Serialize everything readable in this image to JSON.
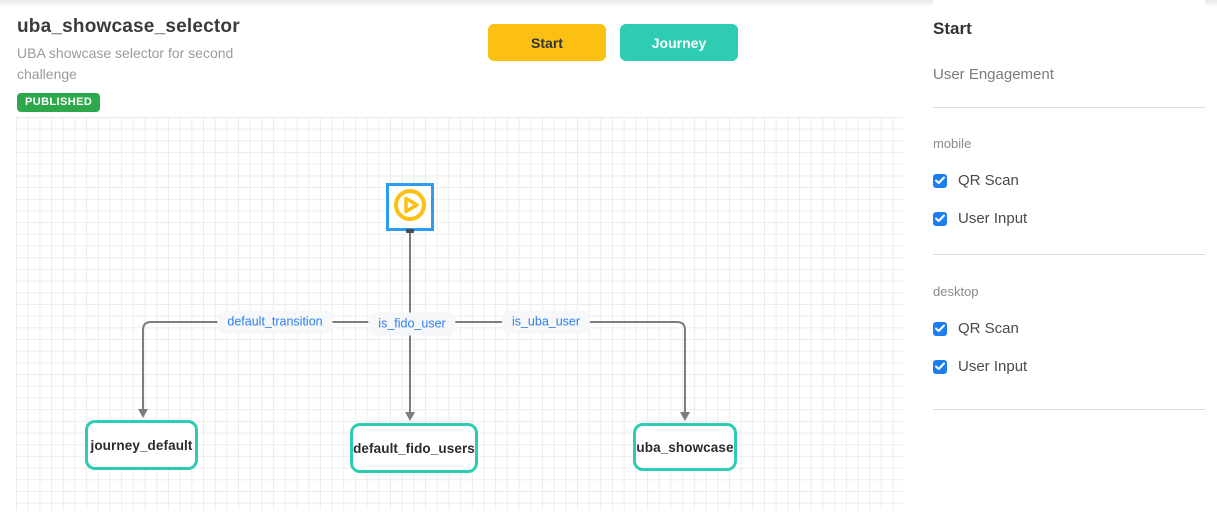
{
  "header": {
    "title": "uba_showcase_selector",
    "subtitle": "UBA showcase selector for second challenge",
    "badge": "PUBLISHED",
    "buttons": {
      "start": "Start",
      "journey": "Journey"
    }
  },
  "canvas": {
    "start_node": {
      "icon": "play-icon"
    },
    "edges": [
      {
        "label": "default_transition"
      },
      {
        "label": "is_fido_user"
      },
      {
        "label": "is_uba_user"
      }
    ],
    "nodes": [
      {
        "label": "journey_default"
      },
      {
        "label": "default_fido_users"
      },
      {
        "label": "uba_showcase"
      }
    ]
  },
  "sidebar": {
    "title": "Start",
    "subtitle": "User Engagement",
    "sections": [
      {
        "label": "mobile",
        "options": [
          {
            "label": "QR Scan",
            "checked": true
          },
          {
            "label": "User Input",
            "checked": true
          }
        ]
      },
      {
        "label": "desktop",
        "options": [
          {
            "label": "QR Scan",
            "checked": true
          },
          {
            "label": "User Input",
            "checked": true
          }
        ]
      }
    ]
  },
  "colors": {
    "accent_yellow": "#fcc013",
    "accent_teal": "#2eccb2",
    "start_node_border": "#2b9cf2",
    "edge_label_text": "#2f80ed",
    "edge_line": "#7d7d7d",
    "badge_green": "#2ea84c",
    "checkbox_blue": "#1d7ef2",
    "grid_line": "#ececec"
  }
}
